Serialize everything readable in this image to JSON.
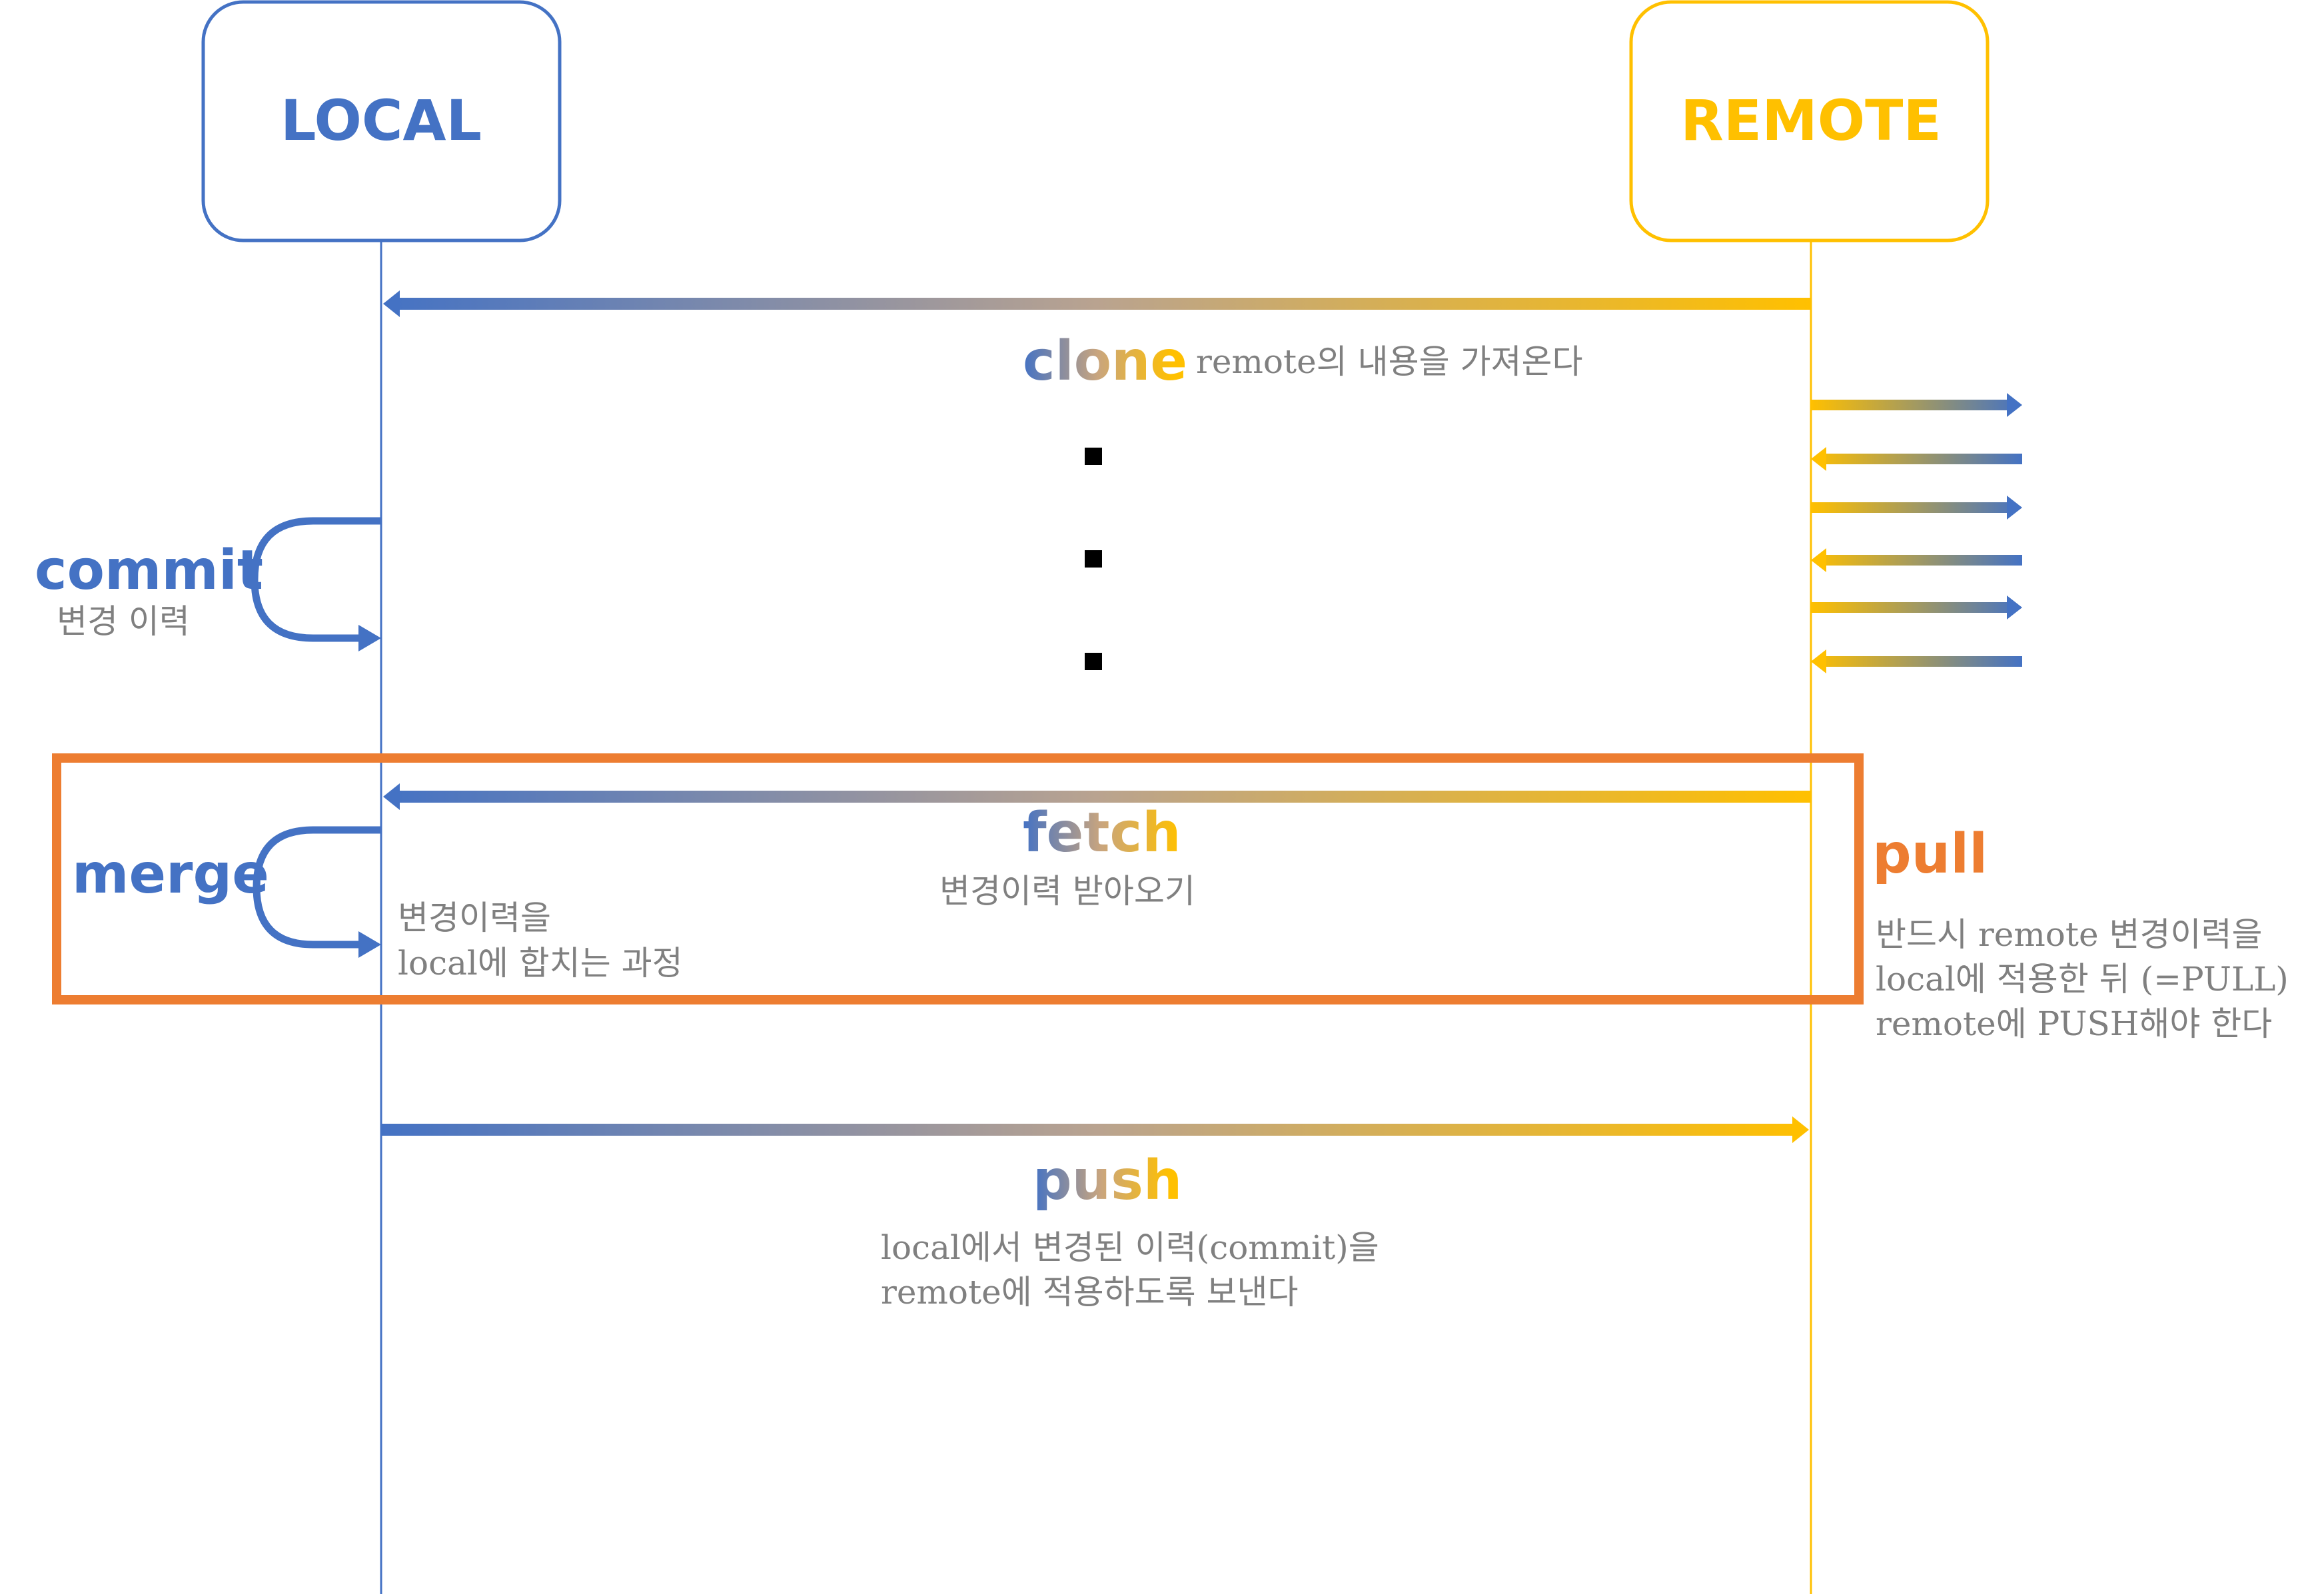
{
  "colors": {
    "local": "#4472C4",
    "remote": "#FFC000",
    "pull": "#ED7D31",
    "text_gray": "#808080",
    "dot": "#000000"
  },
  "local_box": {
    "label": "LOCAL"
  },
  "remote_box": {
    "label": "REMOTE"
  },
  "clone": {
    "label": "clone",
    "desc": "remote의 내용을 가져온다"
  },
  "commit": {
    "label": "commit",
    "desc": "변경 이력"
  },
  "merge": {
    "label": "merge",
    "desc_lines": [
      "변경이력을",
      "local에 합치는 과정"
    ]
  },
  "fetch": {
    "label": "fetch",
    "desc": "변경이력 받아오기"
  },
  "pull": {
    "label": "pull",
    "desc_lines": [
      "반드시 remote 변경이력을",
      "local에 적용한 뒤 (=PULL)",
      "remote에 PUSH해야 한다"
    ]
  },
  "push": {
    "label": "push",
    "desc_lines": [
      "local에서 변경된 이력(commit)을",
      "remote에 적용하도록 보낸다"
    ]
  },
  "ellipsis": {
    "count": 3
  },
  "side_arrows": {
    "directions": [
      "out",
      "in",
      "out",
      "in",
      "out",
      "in"
    ]
  }
}
